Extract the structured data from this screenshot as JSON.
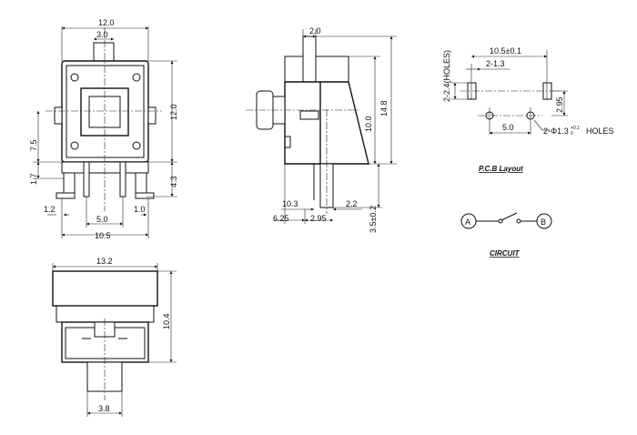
{
  "front_view": {
    "width_top": "12.0",
    "plunger_width": "3.0",
    "height_right": "12.0",
    "height_left": "7.5",
    "pin_height_left": "1.7",
    "pin_height_right": "4.3",
    "pin_offset_left": "1.2",
    "pin_pitch": "5.0",
    "pin_offset_right": "1.0",
    "overall_width": "10.5"
  },
  "side_view": {
    "plunger_thickness": "2.0",
    "height_total": "14.8",
    "height_body": "10.0",
    "dim_a": "10.3",
    "dim_b": "6.25",
    "dim_c": "2.95",
    "dim_d": "2.2",
    "pin_length": "3.5±0.2"
  },
  "pcb_layout": {
    "pitch": "10.5±0.1",
    "slot_label": "2-1.3",
    "hole_label": "2-2.4(HOLES)",
    "slot_height": "2.95",
    "hole_pitch": "5.0",
    "round_holes_label": "2-Φ1.3",
    "round_holes_tol": "+0.1",
    "round_holes_tol2": "0",
    "round_holes_suffix": "HOLES",
    "title": "P.C.B Layout"
  },
  "circuit": {
    "terminal_a": "A",
    "terminal_b": "B",
    "title": "CIRCUIT"
  },
  "bottom_view": {
    "width": "13.2",
    "height": "10.4",
    "plunger_width": "3.8"
  }
}
